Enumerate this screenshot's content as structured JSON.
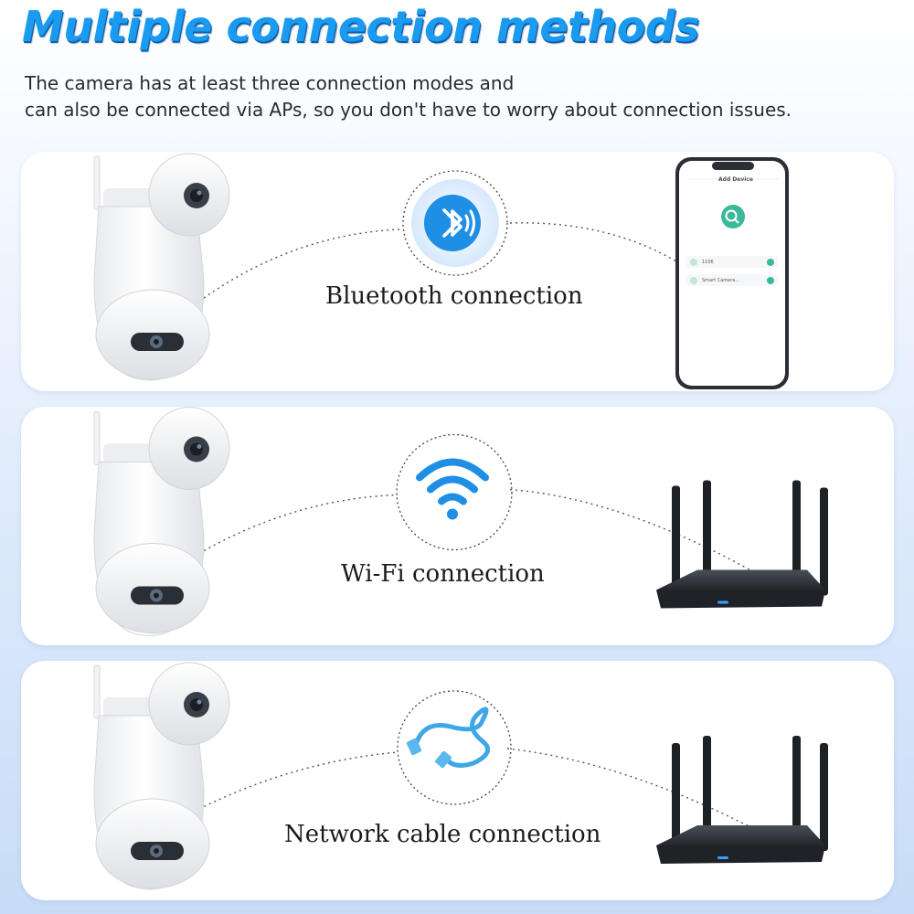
{
  "header": {
    "title": "Multiple connection methods",
    "subtitle_line_1": "The camera has at least three connection modes and",
    "subtitle_line_2": "can also be connected via APs, so you don't have to worry about connection issues."
  },
  "panels": [
    {
      "label": "Bluetooth connection",
      "icon": "bluetooth-icon",
      "device": "smartphone"
    },
    {
      "label": "Wi-Fi connection",
      "icon": "wifi-icon",
      "device": "router"
    },
    {
      "label": "Network cable connection",
      "icon": "ethernet-cable-icon",
      "device": "router"
    }
  ],
  "phone_app": {
    "title": "Add Device",
    "list_item_1": "1106",
    "list_item_2": "Smart Camera..."
  },
  "colors": {
    "title_blue": "#1a9bf0",
    "icon_blue": "#1f8fe6",
    "app_teal": "#3cb99a"
  }
}
